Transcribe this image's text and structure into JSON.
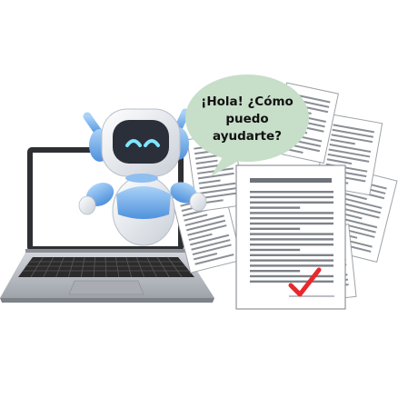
{
  "speech_bubble": {
    "lines": [
      "¡Hola! ¿Cómo",
      "puedo",
      "ayudarte?"
    ]
  },
  "icons": {
    "laptop": "laptop-icon",
    "robot": "robot-assistant-icon",
    "documents": "document-stack-icon",
    "check": "checkmark-icon"
  },
  "colors": {
    "bubble": "#c7dec9",
    "robot_blue": "#7fb6ee",
    "robot_face": "#2a2f3a",
    "robot_eyes": "#7fe6ff",
    "check": "#e8282b",
    "laptop_body": "#b9bdc3",
    "laptop_keys": "#2b2b2b"
  }
}
